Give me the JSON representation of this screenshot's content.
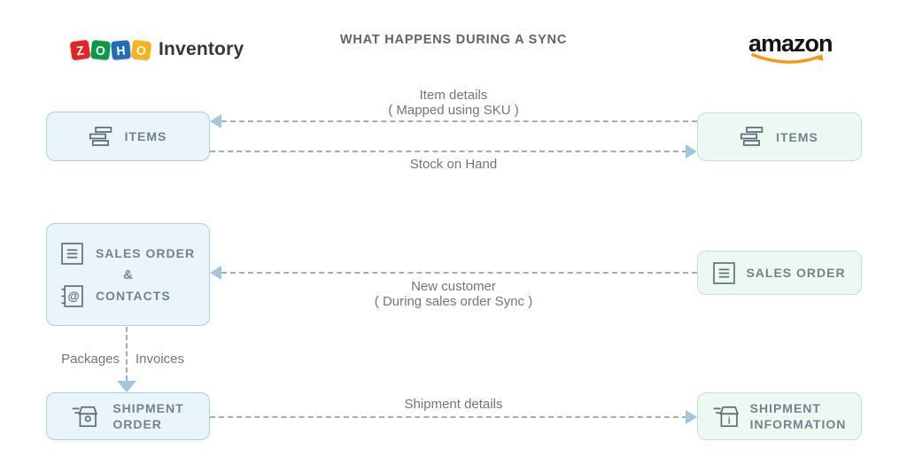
{
  "header": {
    "zoho_logo": {
      "tiles": [
        {
          "letter": "Z",
          "color": "#e42527"
        },
        {
          "letter": "O",
          "color": "#089949"
        },
        {
          "letter": "H",
          "color": "#226db4"
        },
        {
          "letter": "O",
          "color": "#f9b21d"
        }
      ],
      "product": "Inventory"
    },
    "title": "WHAT HAPPENS DURING A SYNC",
    "amazon_logo": {
      "text": "amazon",
      "smile_color": "#f7990a"
    }
  },
  "zoho_column": {
    "items": {
      "label": "ITEMS"
    },
    "sales_contacts": {
      "line1": "SALES ORDER",
      "joiner": "&",
      "line2": "CONTACTS"
    },
    "shipment": {
      "line1": "SHIPMENT",
      "line2": "ORDER"
    }
  },
  "amazon_column": {
    "items": {
      "label": "ITEMS"
    },
    "sales_order": {
      "label": "SALES ORDER"
    },
    "shipment": {
      "line1": "SHIPMENT",
      "line2": "INFORMATION"
    }
  },
  "flows": {
    "item_details": {
      "line1": "Item details",
      "line2": "( Mapped using SKU )",
      "direction": "amazon-to-zoho"
    },
    "stock_on_hand": {
      "label": "Stock on Hand",
      "direction": "zoho-to-amazon"
    },
    "new_customer": {
      "line1": "New customer",
      "line2": "( During sales order Sync )",
      "direction": "amazon-to-zoho"
    },
    "packages_invoices": {
      "left_label": "Packages",
      "right_label": "Invoices",
      "direction": "down"
    },
    "shipment_details": {
      "label": "Shipment details",
      "direction": "zoho-to-amazon"
    }
  },
  "colors": {
    "zoho_box_fill": "#eaf4fb",
    "zoho_box_border": "#abd0e4",
    "amazon_box_fill": "#ecf9f3",
    "amazon_box_border": "#bfe5d2",
    "arrow_line": "#a2adb4",
    "arrow_head": "#a3c6de",
    "flow_label_text": "#6e777c",
    "node_label_text": "#74828c",
    "title_text": "#5d6467"
  }
}
